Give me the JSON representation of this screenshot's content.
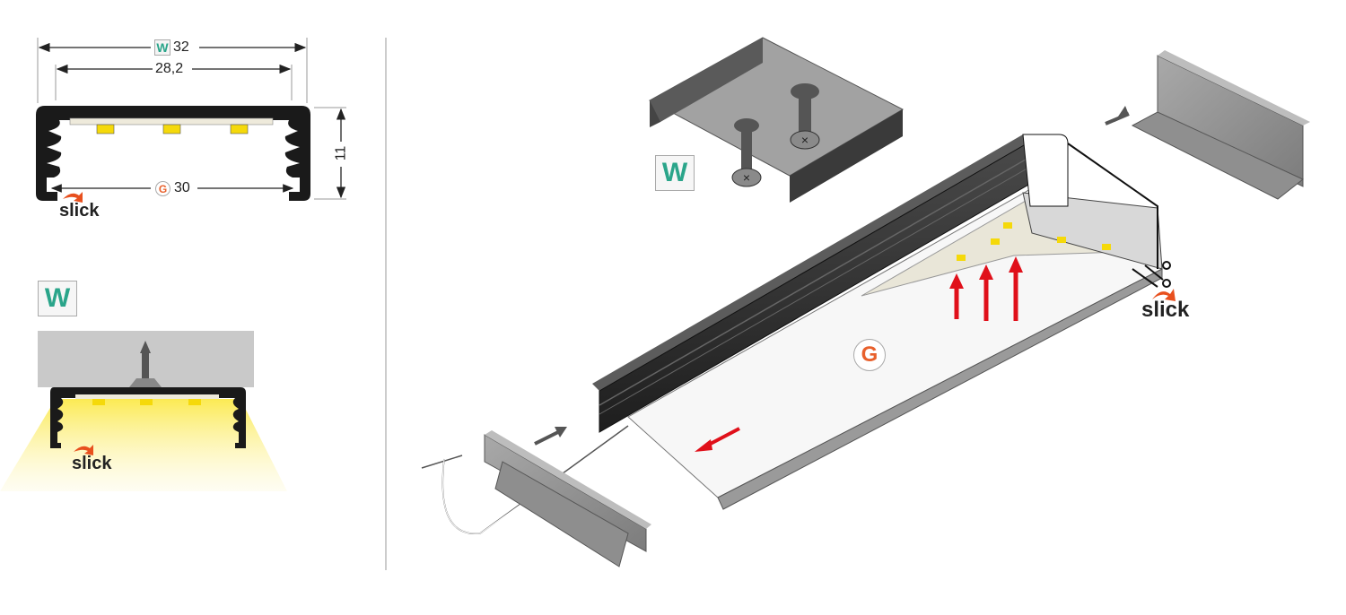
{
  "colors": {
    "w_badge": "#2aa58a",
    "g_badge": "#e8602c",
    "led": "#f5d90a",
    "arrow": "#e0101a",
    "profile": "#1a1a1a",
    "slick_swoosh": "#e8501e"
  },
  "cross_section": {
    "width_badge": "W",
    "width_value": "32",
    "inner_width_value": "28,2",
    "height_value": "11",
    "cover_badge": "G",
    "cover_width_value": "30",
    "brand": "slick"
  },
  "mounting_view": {
    "badge": "W",
    "brand": "slick"
  },
  "exploded_view": {
    "clip_badge": "W",
    "cover_badge": "G",
    "brand": "slick"
  }
}
